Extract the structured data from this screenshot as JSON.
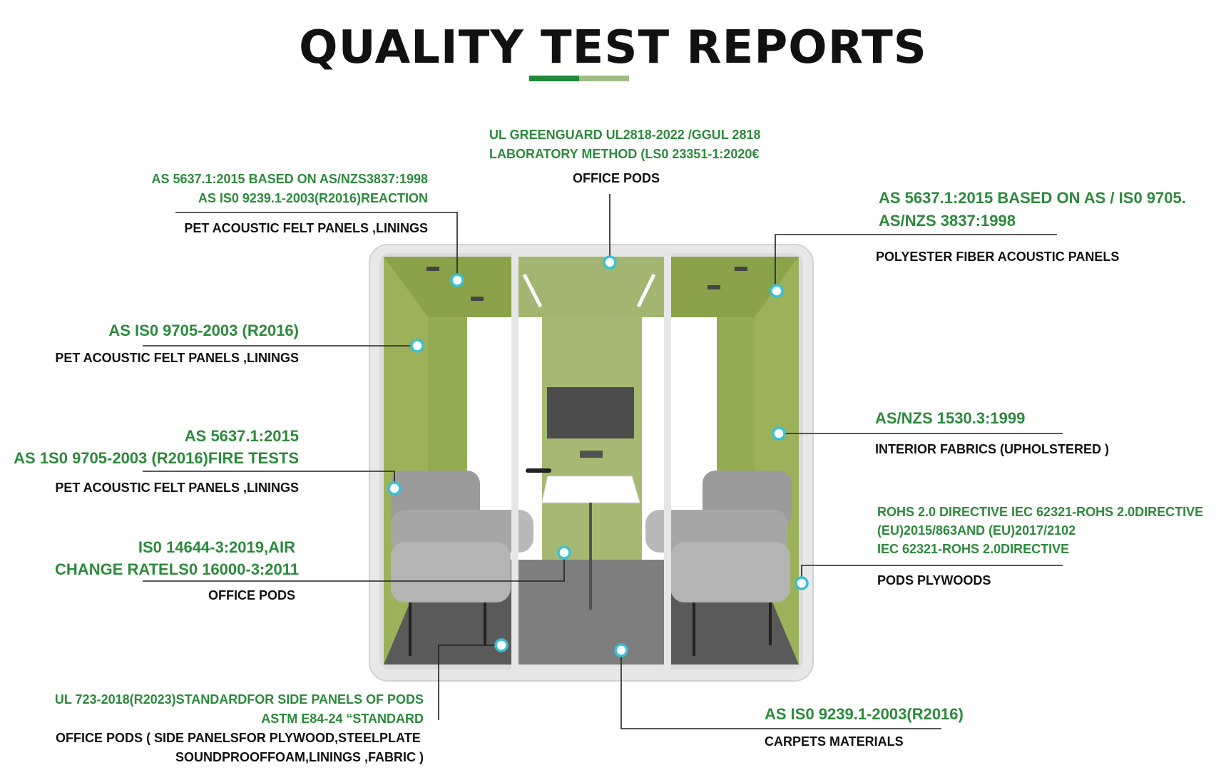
{
  "title": "QUALITY TEST REPORTS",
  "colors": {
    "accent_dark": "#1f8a3a",
    "accent_light": "#9cbd82",
    "label_green": "#2c8a3b",
    "pod_green": "#93ab52"
  },
  "annotations": {
    "top_center": {
      "line1": "UL  GREENGUARD  UL2818-2022   /GGUL 2818",
      "line2": "LABORATORY METHOD (LS0 23351-1:2020€",
      "label": "OFFICE PODS"
    },
    "top_left": {
      "line1": "AS 5637.1:2015 BASED ON AS/NZS3837:1998",
      "line2": "AS IS0 9239.1-2003(R2016)REACTION",
      "label": "PET ACOUSTIC FELT PANELS ,LININGS"
    },
    "top_right": {
      "line1": "AS 5637.1:2015 BASED ON AS / IS0 9705.",
      "line2": "AS/NZS 3837:1998",
      "label": "POLYESTER FIBER ACOUSTIC PANELS"
    },
    "left_2": {
      "line1": "AS IS0 9705-2003 (R2016)",
      "label": "PET ACOUSTIC FELT PANELS ,LININGS"
    },
    "left_3": {
      "line1": "AS 5637.1:2015",
      "line2": "AS 1S0 9705-2003 (R2016)FIRE TESTS",
      "label": "PET ACOUSTIC FELT PANELS ,LININGS"
    },
    "left_4": {
      "line1": "IS0 14644-3:2019,AIR",
      "line2": "CHANGE RATELS0 16000-3:2011",
      "label": "OFFICE PODS"
    },
    "bottom_left": {
      "line1": "UL 723-2018(R2023)STANDARDFOR SIDE PANELS OF PODS",
      "line2": "ASTM E84-24  “STANDARD",
      "label1": "OFFICE PODS ( SIDE PANELSFOR PLYWOOD,STEELPLATE",
      "label2": "SOUNDPROOFFOAM,LININGS ,FABRIC )"
    },
    "right_2": {
      "line1": "AS/NZS 1530.3:1999",
      "label": "INTERIOR  FABRICS (UPHOLSTERED )"
    },
    "right_3": {
      "line1": "ROHS 2.0 DIRECTIVE    IEC 62321-ROHS 2.0DIRECTIVE",
      "line2": "(EU)2015/863AND (EU)2017/2102",
      "line3": "IEC 62321-ROHS 2.0DIRECTIVE",
      "label": "PODS PLYWOODS"
    },
    "bottom_right": {
      "line1": "AS IS0 9239.1-2003(R2016)",
      "label": "CARPETS MATERIALS"
    }
  }
}
